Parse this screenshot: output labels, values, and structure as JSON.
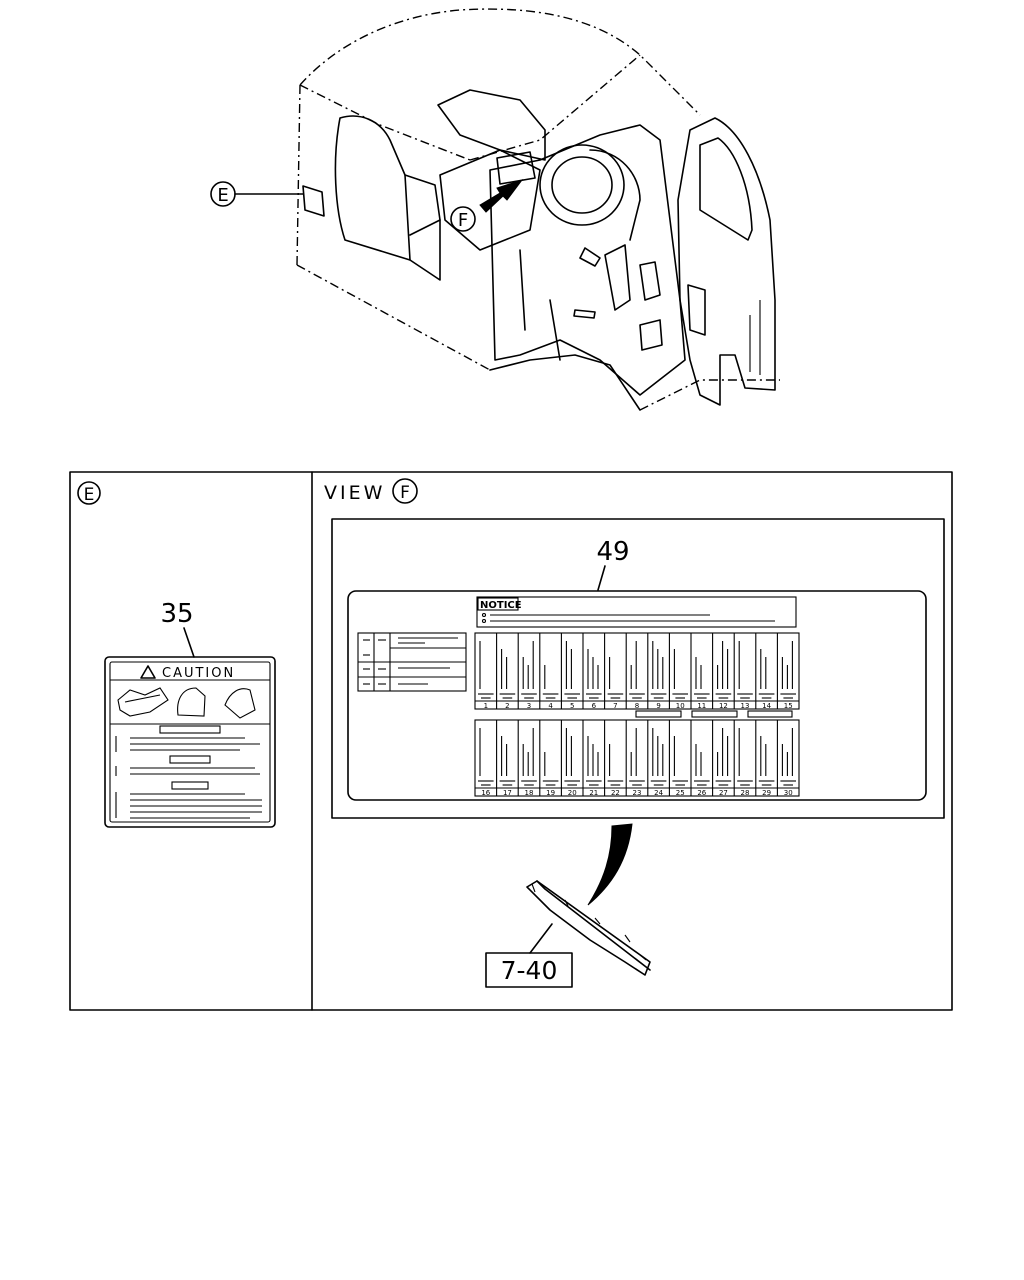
{
  "callouts": {
    "view_e": "E",
    "view_f": "F",
    "view_e_panel": "E",
    "view_f_panel": "F",
    "view_prefix": "VIEW"
  },
  "parts": {
    "caution_label": "35",
    "notice_label": "49",
    "fuse_cover": "7-40"
  },
  "caution_sticker": {
    "heading": "CAUTION"
  },
  "notice_sticker": {
    "heading": "NOTICE",
    "fuse_numbers_top": [
      "1",
      "2",
      "3",
      "4",
      "5",
      "6",
      "7",
      "8",
      "9",
      "10",
      "11",
      "12",
      "13",
      "14",
      "15"
    ],
    "fuse_numbers_bottom": [
      "16",
      "17",
      "18",
      "19",
      "20",
      "21",
      "22",
      "23",
      "24",
      "25",
      "26",
      "27",
      "28",
      "29",
      "30"
    ]
  }
}
